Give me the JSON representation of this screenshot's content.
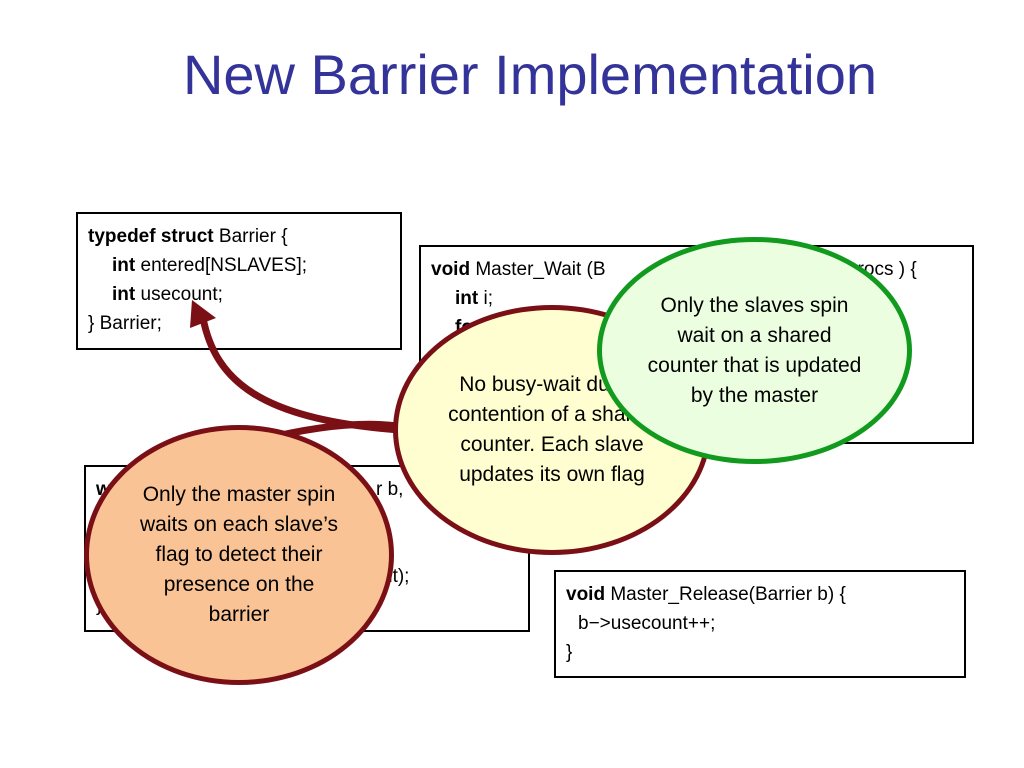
{
  "slide": {
    "title": "New Barrier Implementation"
  },
  "struct_box": {
    "line1_kw": "typedef struct",
    "line1_rest": " Barrier {",
    "line2_kw": "int",
    "line2_rest": " entered[NSLAVES];",
    "line3_kw": "int",
    "line3_rest": " usecount;",
    "line4": "} Barrier;"
  },
  "master_wait_box": {
    "line1_kw": "void",
    "line1_rest": " Master_Wait (B",
    "line1_tail": "procs ) {",
    "line2_kw": "int",
    "line2_rest": " i;",
    "line3_kw": "fo"
  },
  "slave_box": {
    "line1_kw": "w",
    "line1_rest": "r b,",
    "line4_rest": "nt);",
    "line5": "}"
  },
  "release_box": {
    "line1_kw": "void",
    "line1_rest": " Master_Release(Barrier b) {",
    "line2": "b−>usecount++;",
    "line3": "}"
  },
  "callouts": {
    "green": "Only the slaves spin wait on a shared counter that is updated by the master",
    "yellow": "No busy-wait due to contention of a shared counter. Each slave updates its own flag",
    "orange": "Only the master spin waits on each slave’s flag to detect their presence on the barrier"
  },
  "colors": {
    "title": "#333399",
    "arrow": "#7a1016",
    "green_border": "#119a1e",
    "green_fill": "#ebffe0",
    "yellow_fill": "#fffed0",
    "orange_fill": "#f9c396",
    "maroon_border": "#7a1016"
  }
}
